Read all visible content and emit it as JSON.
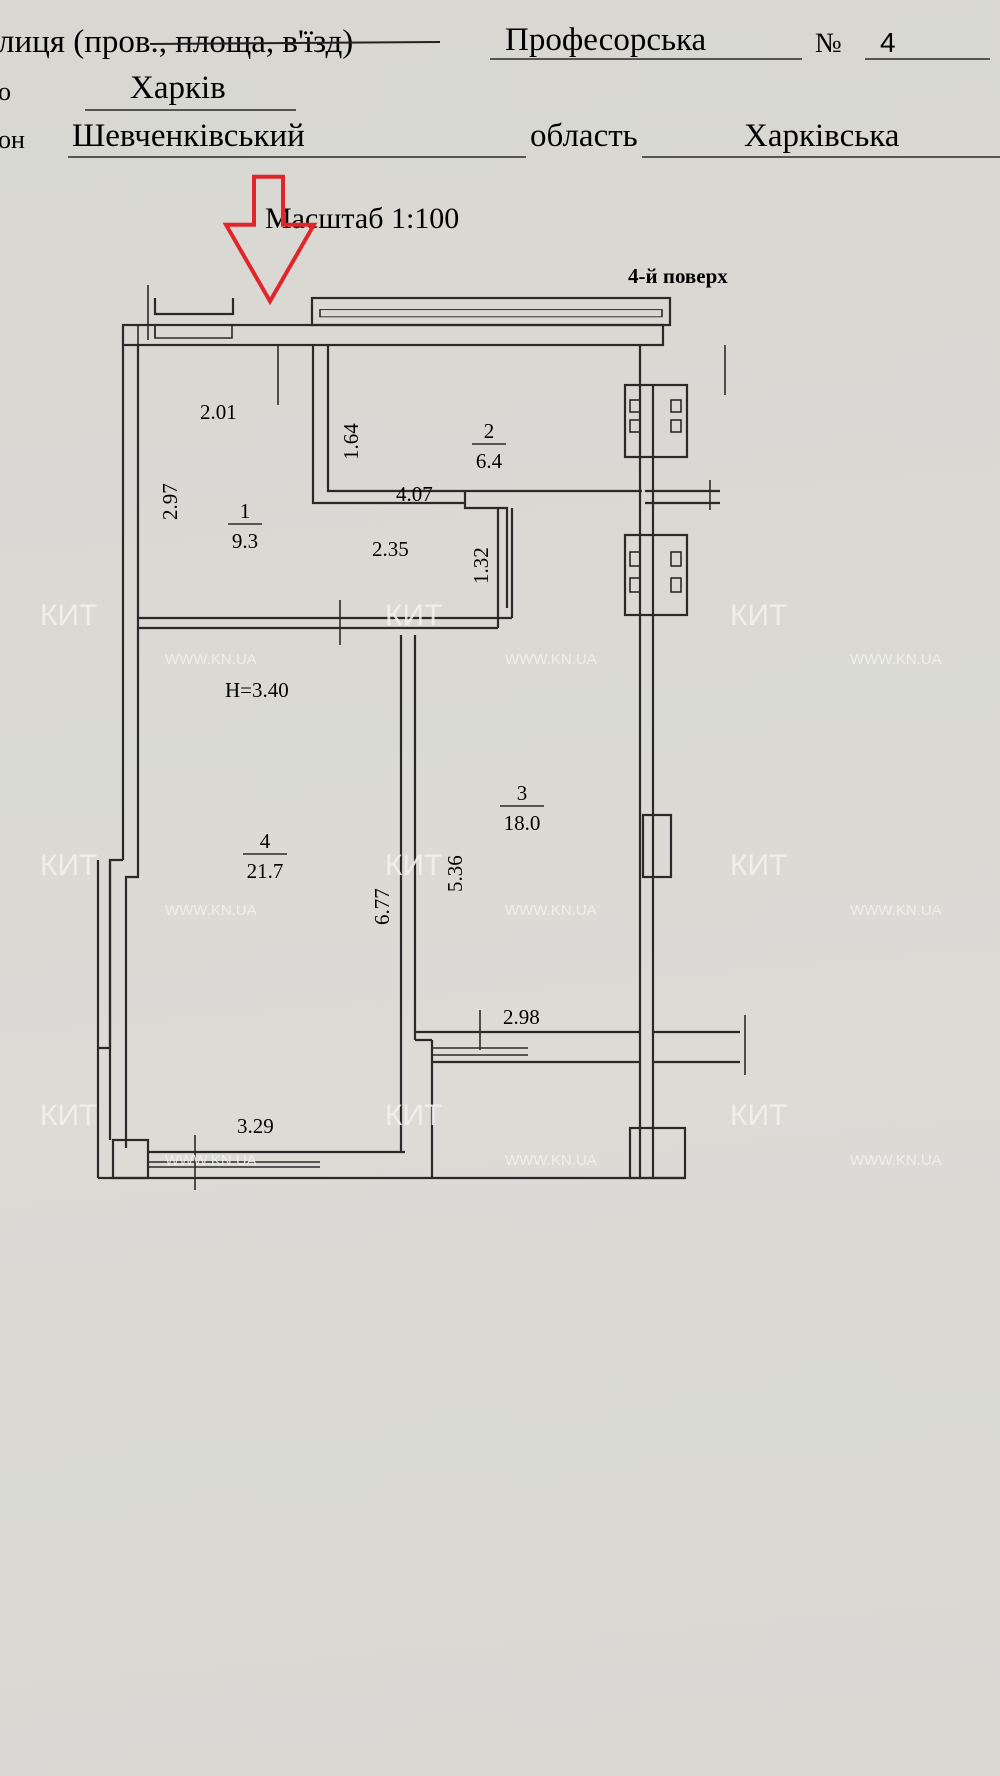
{
  "header": {
    "street_label": "лиця (пров., площа, в'їзд)",
    "street_value": "Професорська",
    "number_label": "№",
    "number_value": "4",
    "city_label": "о",
    "city_value": "Харків",
    "district_label": "он",
    "district_value": "Шевченківський",
    "region_label": "область",
    "region_value": "Харківська"
  },
  "plan": {
    "scale": "Масштаб 1:100",
    "floor": "4-й поверх",
    "height": "H=3.40",
    "entrance_arrow_color": "#e0262b",
    "rooms": [
      {
        "number": "1",
        "area": "9.3"
      },
      {
        "number": "2",
        "area": "6.4"
      },
      {
        "number": "3",
        "area": "18.0"
      },
      {
        "number": "4",
        "area": "21.7"
      }
    ],
    "dimensions": [
      "2.01",
      "1.64",
      "2.97",
      "4.07",
      "2.35",
      "1.32",
      "6.77",
      "5.36",
      "2.98",
      "3.29"
    ]
  },
  "watermark": {
    "brand": "КИТ",
    "url": "WWW.KN.UA"
  }
}
